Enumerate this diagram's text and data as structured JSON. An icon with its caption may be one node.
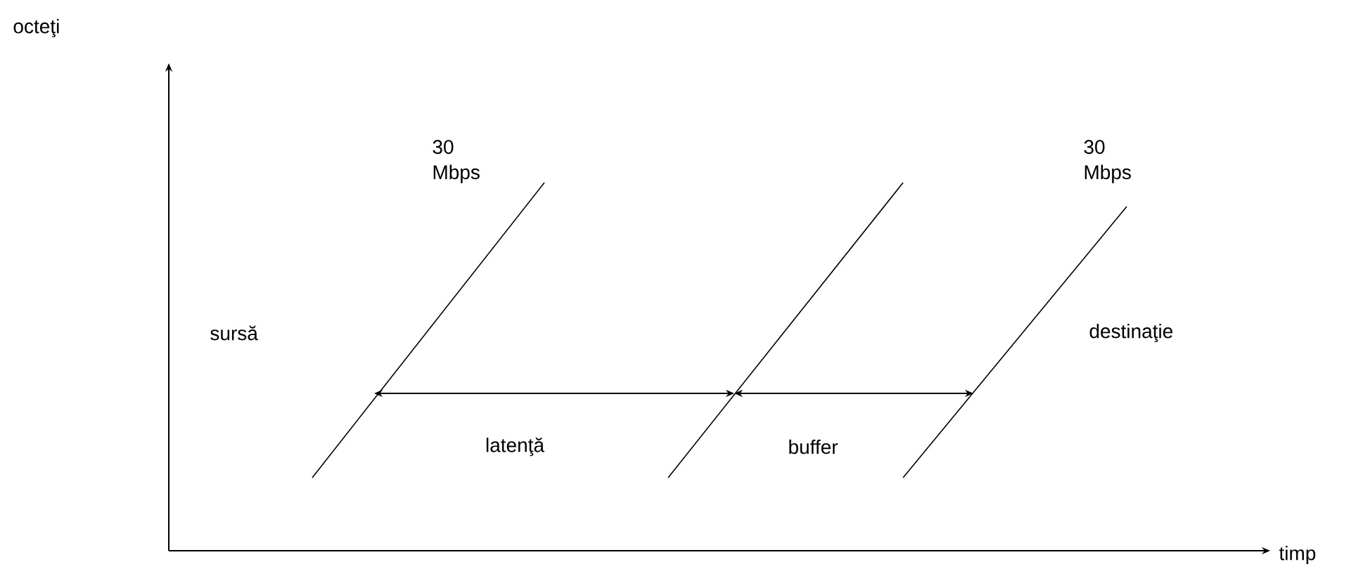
{
  "diagram": {
    "labels": [
      "octeţi",
      "30 Mbps",
      "30 Mbps",
      "sursă",
      "destinaţie",
      "latenţă",
      "buffer",
      "timp"
    ]
  }
}
